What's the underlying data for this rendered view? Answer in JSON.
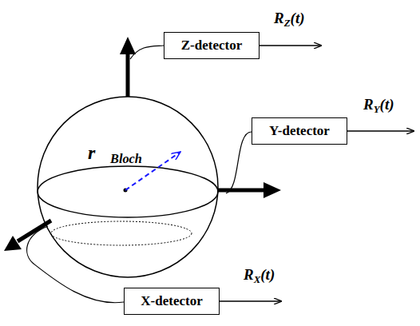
{
  "diagram": {
    "nodes": [
      {
        "text": [
          "Z-detector"
        ]
      },
      {
        "text": [
          "Y-detector"
        ]
      },
      {
        "text": [
          "X-detector"
        ]
      }
    ],
    "labels": [
      "R",
      "Z",
      "(t)",
      "r⃗",
      "Bloch",
      "R",
      "Y",
      "(t)",
      "R",
      "X",
      "(t)"
    ]
  }
}
